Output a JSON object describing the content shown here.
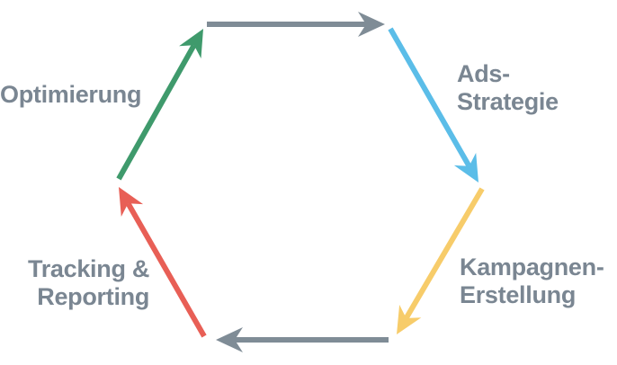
{
  "diagram": {
    "stages": [
      {
        "id": "ads",
        "lines": [
          "Ads-",
          "Strategie"
        ],
        "color": "#5bbde8"
      },
      {
        "id": "kampagnen",
        "lines": [
          "Kampagnen-",
          "Erstellung"
        ],
        "color": "#f7cc6a"
      },
      {
        "id": "bottom",
        "lines": [],
        "color": "#7f8c96"
      },
      {
        "id": "tracking",
        "lines": [
          "Tracking &",
          "Reporting"
        ],
        "color": "#e85f56"
      },
      {
        "id": "optimierung",
        "lines": [
          "Optimierung"
        ],
        "color": "#3f9a6c"
      },
      {
        "id": "top",
        "lines": [],
        "color": "#7f8c96"
      }
    ],
    "label_color": "#7a8692"
  }
}
